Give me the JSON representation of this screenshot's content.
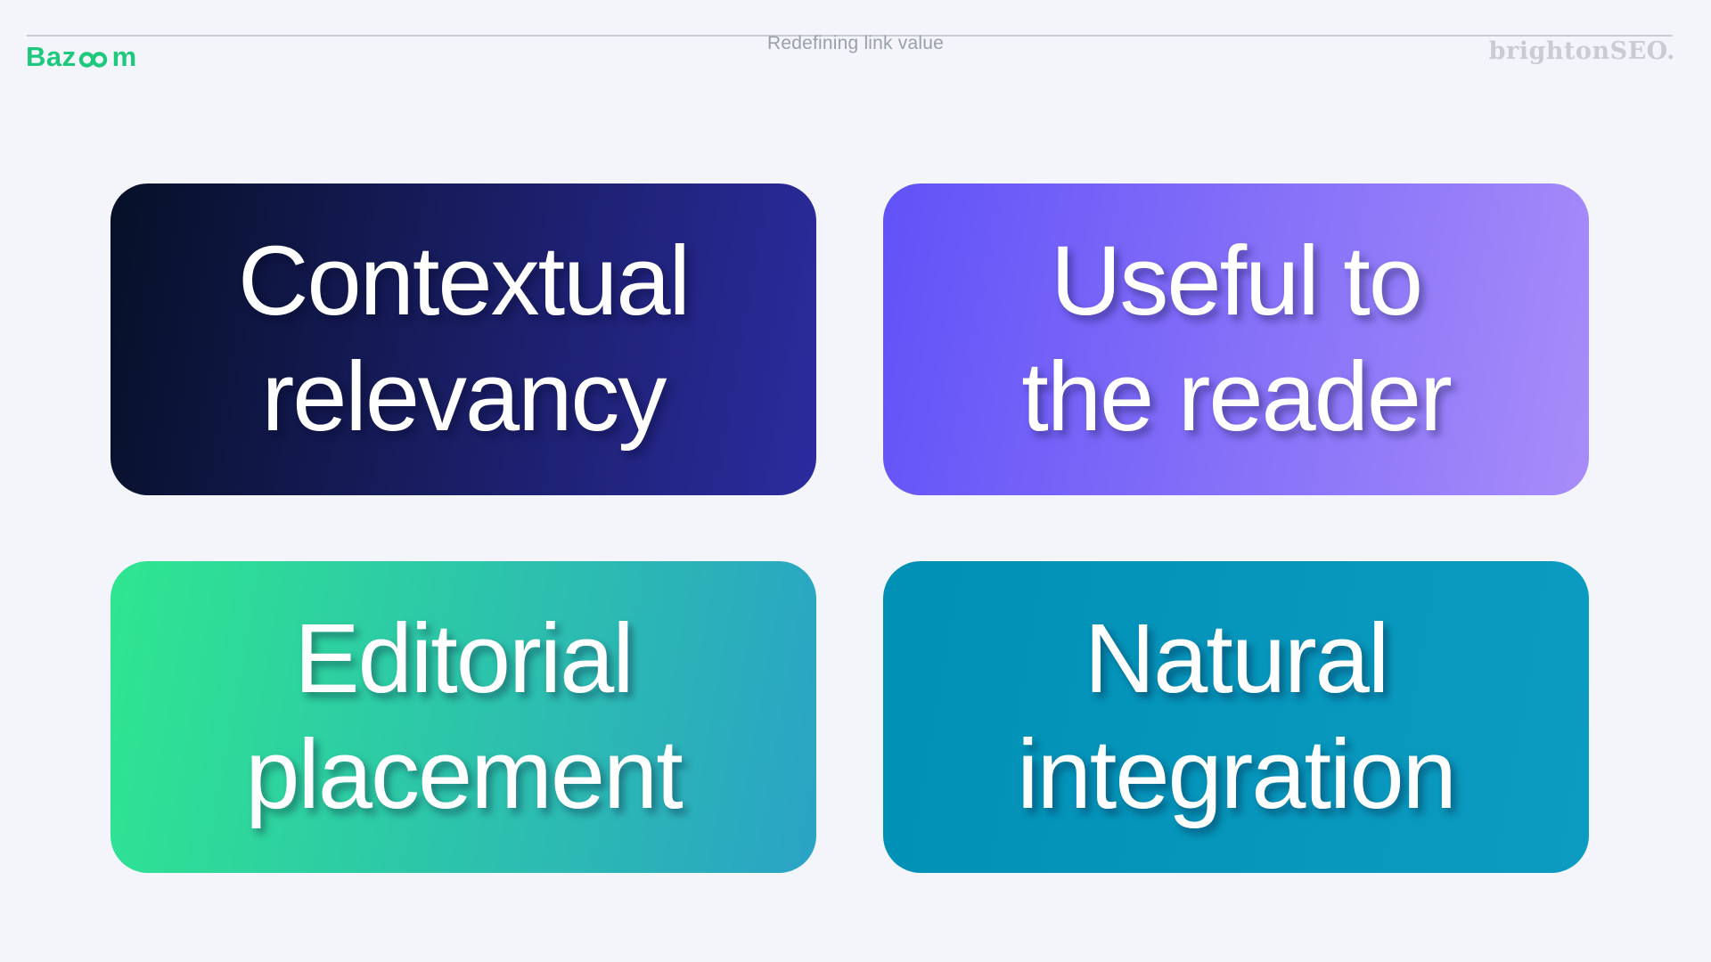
{
  "header": {
    "logo_prefix": "Baz",
    "logo_suffix": "m",
    "logo_full_text": "Bazoom",
    "title": "Redefining link value",
    "brand_right": "brightonSEO."
  },
  "cards": [
    {
      "id": "contextual-relevancy",
      "line1": "Contextual",
      "line2": "relevancy",
      "gradient_start": "#061027",
      "gradient_end": "#2c2b9f"
    },
    {
      "id": "useful-to-reader",
      "line1": "Useful to",
      "line2": "the reader",
      "gradient_start": "#6152f8",
      "gradient_end": "#a78cf9"
    },
    {
      "id": "editorial-placement",
      "line1": "Editorial",
      "line2": "placement",
      "gradient_start": "#2fe690",
      "gradient_end": "#2aa3c5"
    },
    {
      "id": "natural-integration",
      "line1": "Natural",
      "line2": "integration",
      "gradient_start": "#0090b6",
      "gradient_end": "#0c9bc1"
    }
  ],
  "colors": {
    "page-bg": "#f4f5fb",
    "divider": "#c8ccd4",
    "accent-green": "#1ec97d",
    "title-gray": "#9aa0ab",
    "brand-gray": "#c9ccd4",
    "card-text": "#ffffff"
  }
}
